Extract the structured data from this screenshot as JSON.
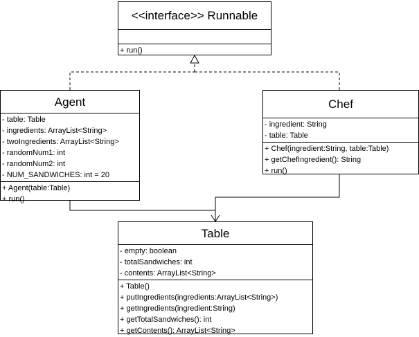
{
  "runnable": {
    "title": "<<interface>> Runnable",
    "attributes": [],
    "methods": [
      "+ run()"
    ]
  },
  "agent": {
    "title": "Agent",
    "attributes": [
      "- table: Table",
      "- ingredients: ArrayList<String>",
      "- twoIngredients: ArrayList<String>",
      "- randomNum1: int",
      "- randomNum2: int",
      "- NUM_SANDWICHES: int = 20"
    ],
    "methods": [
      "+ Agent(table:Table)",
      "+ run()"
    ]
  },
  "chef": {
    "title": "Chef",
    "attributes": [
      "- ingredient: String",
      "- table: Table"
    ],
    "methods": [
      "+ Chef(ingredient:String, table:Table)",
      "+ getChefIngredient(): String",
      "+ run()"
    ]
  },
  "table": {
    "title": "Table",
    "attributes": [
      "- empty: boolean",
      "- totalSandwiches: int",
      "- contents: ArrayList<String>"
    ],
    "methods": [
      "+ Table()",
      "+ putIngredients(ingredients:ArrayList<String>)",
      "+ getIngredients(ingredient:String)",
      "+ getTotalSandwiches(): int",
      "+ getContents(): ArrayList<String>"
    ]
  }
}
